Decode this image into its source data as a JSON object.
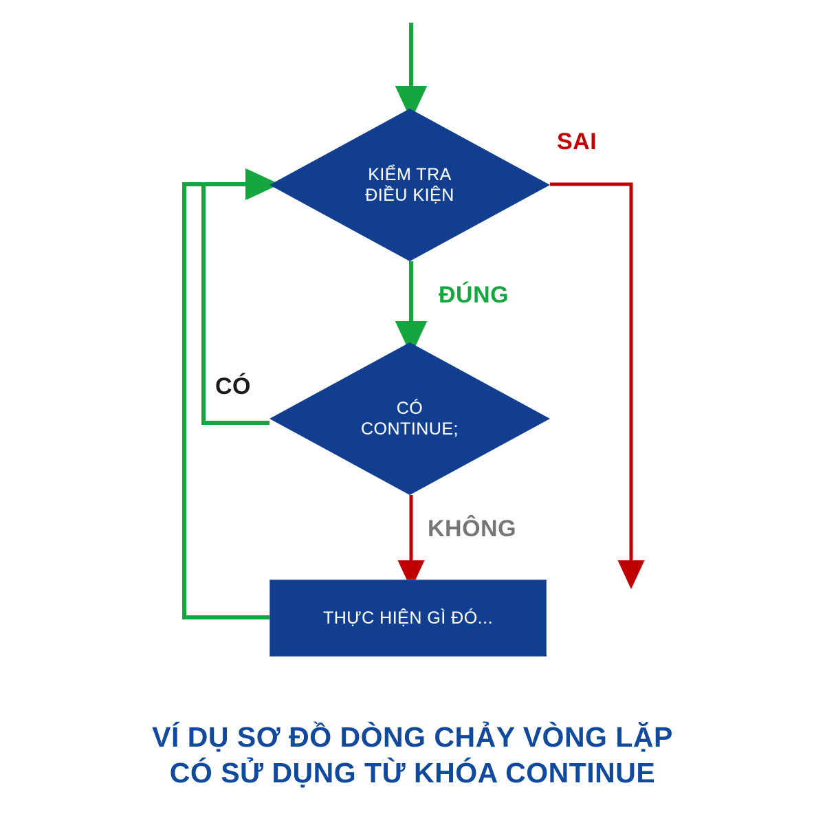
{
  "diagram": {
    "type": "flowchart",
    "background": "#FFFFFF",
    "nodes": [
      {
        "id": "check",
        "shape": "diamond",
        "label": "KIỂM TRA\nĐIỀU KIỆN",
        "fill": "#123E8F",
        "text_color": "#FFFFFF"
      },
      {
        "id": "continue",
        "shape": "diamond",
        "label": "CÓ\nCONTINUE;",
        "fill": "#123E8F",
        "text_color": "#FFFFFF"
      },
      {
        "id": "action",
        "shape": "rectangle",
        "label": "THỰC HIỆN GÌ ĐÓ...",
        "fill": "#123E8F",
        "text_color": "#FFFFFF"
      }
    ],
    "edge_labels": [
      {
        "id": "sai",
        "text": "SAI",
        "color": "#C00000"
      },
      {
        "id": "dung",
        "text": "ĐÚNG",
        "color": "#15A63F"
      },
      {
        "id": "co",
        "text": "CÓ",
        "color": "#1A1A1A"
      },
      {
        "id": "khong",
        "text": "KHÔNG",
        "color": "#767676"
      }
    ],
    "edges": [
      {
        "id": "entry-to-check",
        "from": "entry",
        "to": "check",
        "color": "#15A63F",
        "label": ""
      },
      {
        "id": "check-true-continue",
        "from": "check",
        "to": "continue",
        "color": "#15A63F",
        "label": "ĐÚNG"
      },
      {
        "id": "check-false-exit",
        "from": "check",
        "to": "exit",
        "color": "#C00000",
        "label": "SAI"
      },
      {
        "id": "continue-yes-loop",
        "from": "continue",
        "to": "check",
        "color": "#15A63F",
        "label": "CÓ"
      },
      {
        "id": "continue-no-action",
        "from": "continue",
        "to": "action",
        "color": "#C00000",
        "label": "KHÔNG"
      },
      {
        "id": "action-loop-check",
        "from": "action",
        "to": "check",
        "color": "#15A63F",
        "label": ""
      }
    ]
  },
  "caption": {
    "text": "VÍ DỤ SƠ ĐỒ DÒNG CHẢY VÒNG LẶP\nCÓ SỬ DỤNG TỪ KHÓA CONTINUE",
    "color": "#114A9C"
  }
}
